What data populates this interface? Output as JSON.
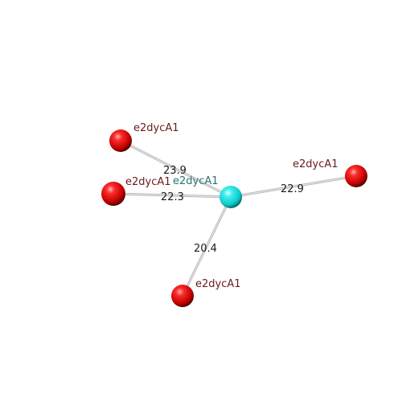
{
  "colors": {
    "center_node": "#19e6e6",
    "outer_node": "#e00000",
    "center_label": "#2f6f73",
    "outer_label": "#6b1a1a",
    "edge": "#b8b8b8"
  },
  "center": {
    "label": "e2dycA1"
  },
  "neighbors": [
    {
      "label": "e2dycA1",
      "distance": "23.9"
    },
    {
      "label": "e2dycA1",
      "distance": "22.3"
    },
    {
      "label": "e2dycA1",
      "distance": "22.9"
    },
    {
      "label": "e2dycA1",
      "distance": "20.4"
    }
  ]
}
